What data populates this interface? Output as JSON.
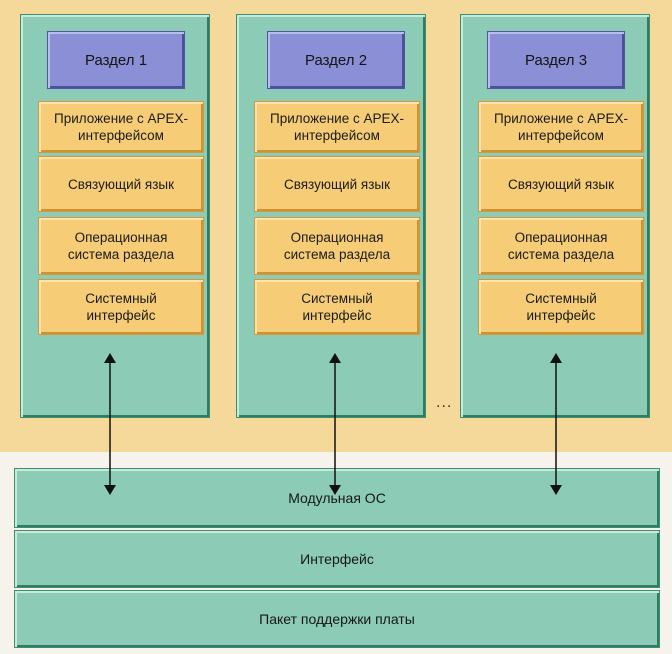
{
  "partitions": [
    {
      "title": "Раздел 1",
      "layers": [
        [
          "Приложение с APEX-",
          "интерфейсом"
        ],
        [
          "Связующий язык"
        ],
        [
          "Операционная",
          "система раздела"
        ],
        [
          "Системный",
          "интерфейс"
        ]
      ]
    },
    {
      "title": "Раздел 2",
      "layers": [
        [
          "Приложение с APEX-",
          "интерфейсом"
        ],
        [
          "Связующий язык"
        ],
        [
          "Операционная",
          "система раздела"
        ],
        [
          "Системный",
          "интерфейс"
        ]
      ]
    },
    {
      "title": "Раздел 3",
      "layers": [
        [
          "Приложение с APEX-",
          "интерфейсом"
        ],
        [
          "Связующий язык"
        ],
        [
          "Операционная",
          "система раздела"
        ],
        [
          "Системный",
          "интерфейс"
        ]
      ]
    }
  ],
  "ellipsis": "...",
  "bottom_layers": [
    "Модульная ОС",
    "Интерфейс",
    "Пакет поддержки платы"
  ],
  "colors": {
    "background": "#f4d99a",
    "partition": "#8ccbb5",
    "header": "#8b8fd6",
    "layer": "#f6cd76",
    "arrow": "#111111"
  }
}
